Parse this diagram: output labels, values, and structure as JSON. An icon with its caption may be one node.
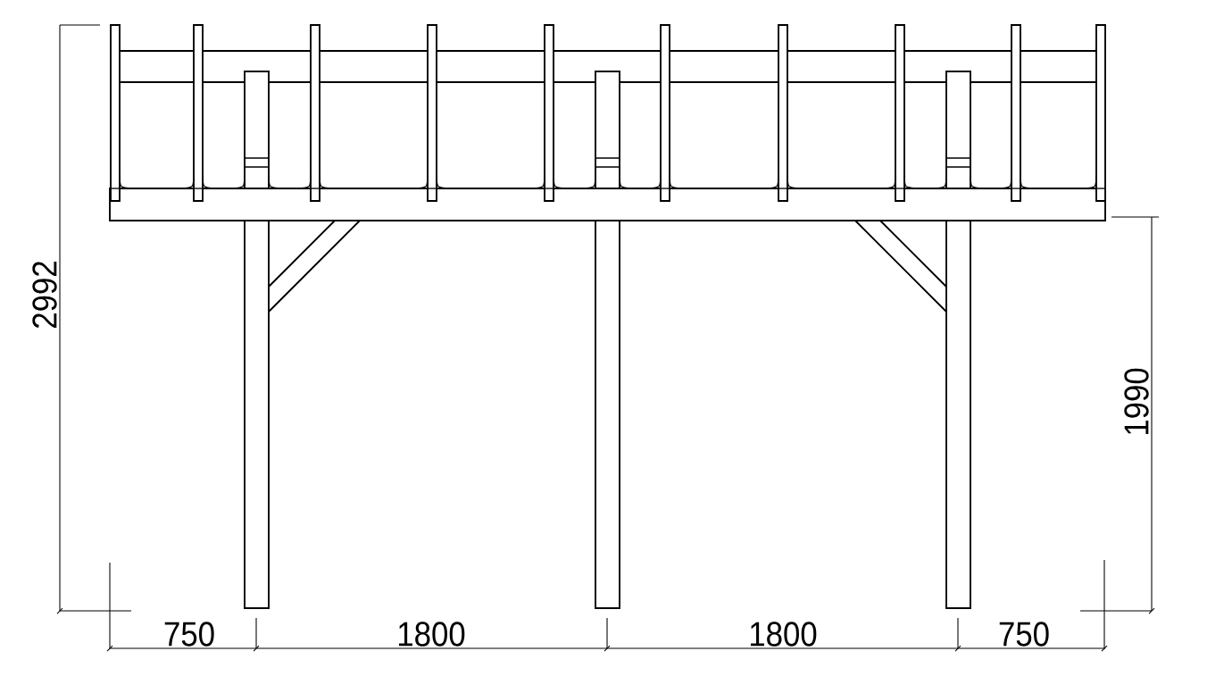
{
  "diagram": {
    "labels": [
      "2992",
      "1990",
      "750",
      "1800",
      "1800",
      "750"
    ]
  }
}
